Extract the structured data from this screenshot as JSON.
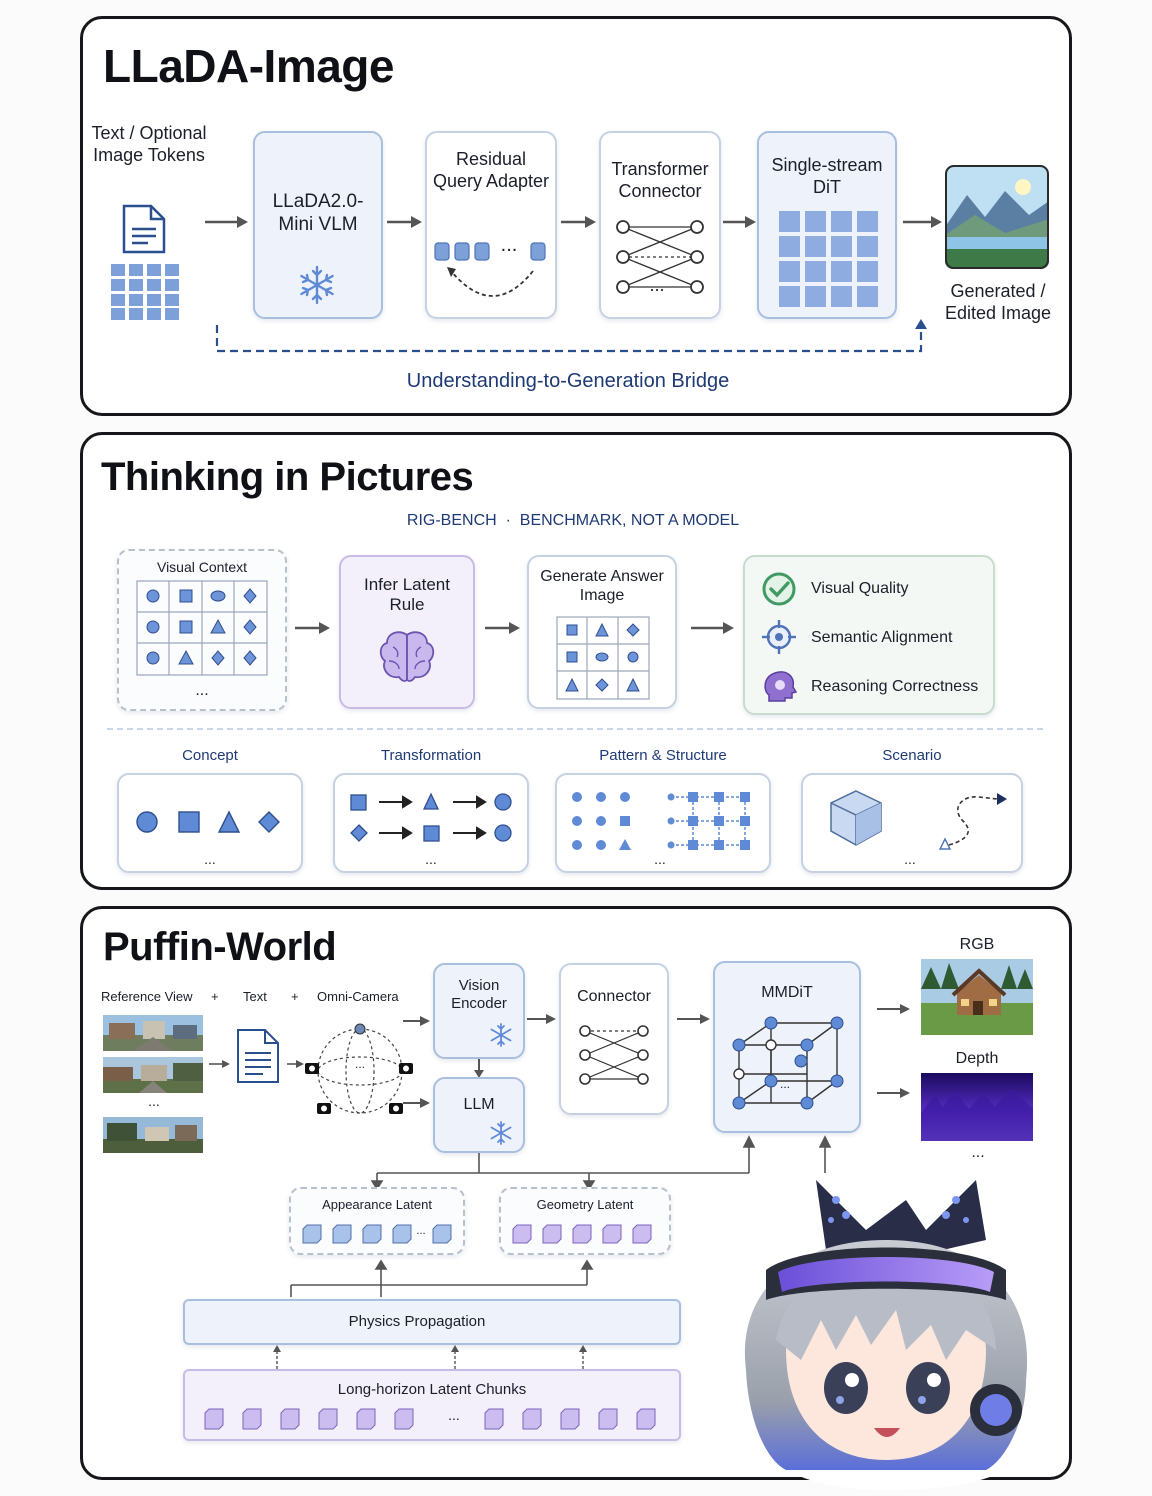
{
  "llada": {
    "title": "LLaDA-Image",
    "input_label": "Text / Optional Image Tokens",
    "vlm_label": "LLaDA2.0-Mini VLM",
    "adapter_label": "Residual Query Adapter",
    "adapter_ellipsis": "...",
    "connector_label": "Transformer Connector",
    "connector_ellipsis": "...",
    "dit_label": "Single-stream DiT",
    "output_label": "Generated / Edited Image",
    "bridge_label": "Understanding-to-Generation Bridge"
  },
  "thinking": {
    "title": "Thinking in Pictures",
    "subtitle": "RIG-BENCH  ·  BENCHMARK, NOT A MODEL",
    "visual_context_label": "Visual Context",
    "visual_context_ellipsis": "...",
    "infer_label": "Infer Latent Rule",
    "generate_label": "Generate Answer Image",
    "metrics": [
      "Visual Quality",
      "Semantic Alignment",
      "Reasoning Correctness"
    ],
    "categories": [
      "Concept",
      "Transformation",
      "Pattern & Structure",
      "Scenario"
    ],
    "category_ellipsis": "..."
  },
  "puffin": {
    "title": "Puffin-World",
    "reference_view": "Reference View",
    "plus": "+",
    "text": "Text",
    "omni_camera": "Omni-Camera",
    "ref_ellipsis": "...",
    "sphere_ellipsis": "...",
    "vision_encoder": "Vision Encoder",
    "llm": "LLM",
    "connector": "Connector",
    "mmdit": "MMDiT",
    "mmdit_ellipsis": "...",
    "rgb": "RGB",
    "depth": "Depth",
    "output_ellipsis": "...",
    "appearance_latent": "Appearance Latent",
    "appearance_ellipsis": "...",
    "geometry_latent": "Geometry Latent",
    "physics_propagation": "Physics Propagation",
    "long_horizon": "Long-horizon Latent Chunks",
    "chunks_ellipsis": "..."
  },
  "colors": {
    "accent_blue": "#4f7fd6",
    "panel_border": "#15171c",
    "purple": "#b6a6e6",
    "green_check": "#3f9a63"
  }
}
